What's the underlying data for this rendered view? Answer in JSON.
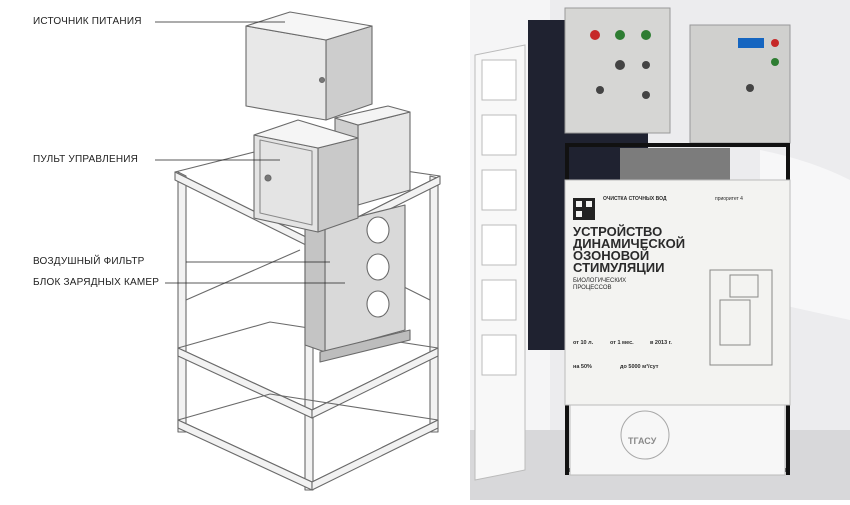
{
  "diagram": {
    "labels": {
      "power_source": "ИСТОЧНИК ПИТАНИЯ",
      "control_panel": "ПУЛЬТ УПРАВЛЕНИЯ",
      "air_filter": "ВОЗДУШНЫЙ ФИЛЬТР",
      "charging_chambers": "БЛОК ЗАРЯДНЫХ КАМЕР"
    }
  },
  "photo": {
    "poster": {
      "header_left": "ОЧИСТКА СТОЧНЫХ ВОД",
      "header_right": "приоритет 4",
      "title_lines": [
        "УСТРОЙСТВО",
        "ДИНАМИЧЕСКОЙ",
        "ОЗОНОВОЙ",
        "СТИМУЛЯЦИИ"
      ],
      "subtitle_lines": [
        "БИОЛОГИЧЕСКИХ",
        "ПРОЦЕССОВ"
      ],
      "stats": [
        {
          "value": "от 10 л.",
          "caption": ""
        },
        {
          "value": "от 1 мес.",
          "caption": ""
        },
        {
          "value": "в 2013 г.",
          "caption": ""
        },
        {
          "value": "на 50%",
          "caption": ""
        },
        {
          "value": "до 5000 м³/сут",
          "caption": ""
        }
      ],
      "logo_text": "ТГАСУ"
    }
  }
}
